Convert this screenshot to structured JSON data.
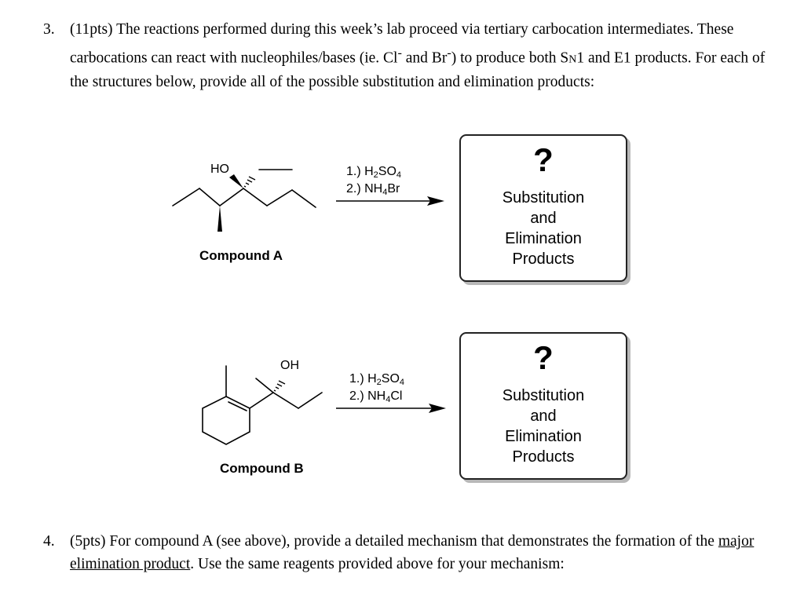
{
  "q3": {
    "number": "3.",
    "points": "(11pts)",
    "text1": "The reactions performed during this week’s lab proceed via tertiary carbocation intermediates. These carbocations can react with nucleophiles/bases (ie. Cl",
    "sup1": "-",
    "and": " and Br",
    "sup2": "-",
    "text2": ") to produce both S",
    "sn_sub": "N",
    "text3": "1 and E1 products.  For each of the structures below, provide all of the possible substitution and elimination products:"
  },
  "compound_a": {
    "label": "Compound A",
    "oh_label": "HO",
    "reagent1_pre": "1.) H",
    "reagent1_sub": "2",
    "reagent1_mid": "SO",
    "reagent1_sub2": "4",
    "reagent2_pre": "2.) NH",
    "reagent2_sub": "4",
    "reagent2_post": "Br",
    "box_qmark": "?",
    "box_line1": "Substitution",
    "box_line2": "and",
    "box_line3": "Elimination",
    "box_line4": "Products"
  },
  "compound_b": {
    "label": "Compound B",
    "oh_label": "OH",
    "reagent1_pre": "1.) H",
    "reagent1_sub": "2",
    "reagent1_mid": "SO",
    "reagent1_sub2": "4",
    "reagent2_pre": "2.) NH",
    "reagent2_sub": "4",
    "reagent2_post": "Cl",
    "box_qmark": "?",
    "box_line1": "Substitution",
    "box_line2": "and",
    "box_line3": "Elimination",
    "box_line4": "Products"
  },
  "q4": {
    "number": "4.",
    "points": "(5pts)",
    "text1": "For compound A (see above), provide a detailed mechanism that demonstrates the formation of the",
    "underlined": "major elimination product",
    "text2": ".  Use the same reagents provided above for your mechanism:"
  }
}
